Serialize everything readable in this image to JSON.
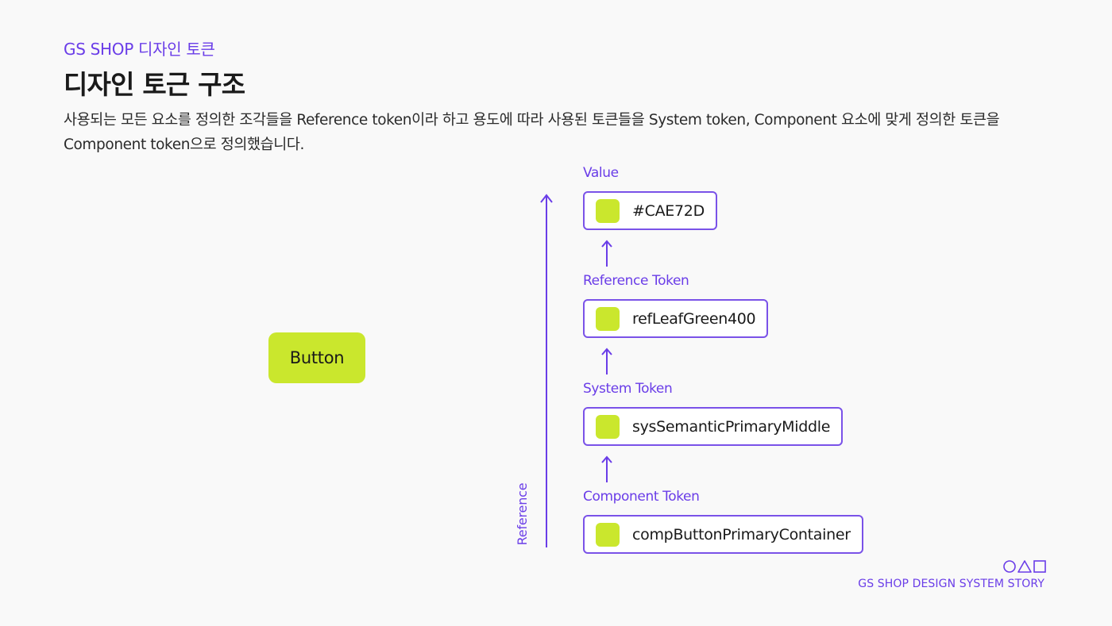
{
  "header": {
    "eyebrow": "GS SHOP 디자인 토큰",
    "title": "디자인 토근 구조",
    "description": "사용되는 모든 요소를 정의한 조각들을 Reference token이라 하고 용도에 따라 사용된 토큰들을 System token, Component 요소에 맞게 정의한 토큰을 Component token으로 정의했습니다."
  },
  "sample_button": {
    "label": "Button",
    "color": "#CAE72D"
  },
  "axis": {
    "label": "Reference"
  },
  "levels": [
    {
      "label": "Value",
      "token": "#CAE72D"
    },
    {
      "label": "Reference Token",
      "token": "refLeafGreen400"
    },
    {
      "label": "System Token",
      "token": "sysSemanticPrimaryMiddle"
    },
    {
      "label": "Component Token",
      "token": "compButtonPrimaryContainer"
    }
  ],
  "colors": {
    "accent": "#6A3DE8",
    "token_fill": "#CAE72D",
    "background": "#F9F9F9"
  },
  "footer": {
    "brand_mark_icons": [
      "circle-icon",
      "triangle-icon",
      "square-icon"
    ],
    "brand": "GS SHOP DESIGN SYSTEM STORY"
  }
}
